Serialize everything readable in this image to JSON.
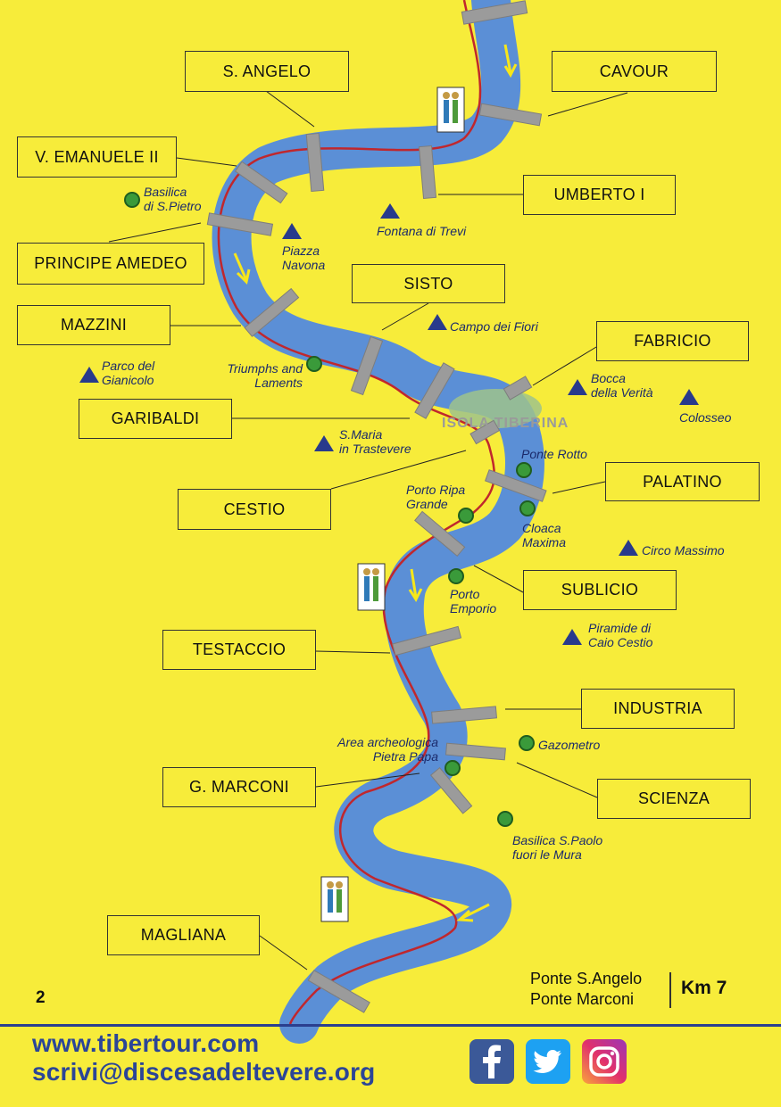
{
  "bridges": [
    {
      "id": "s-angelo",
      "label": "S. ANGELO"
    },
    {
      "id": "cavour",
      "label": "CAVOUR"
    },
    {
      "id": "v-emanuele",
      "label": "V. EMANUELE II"
    },
    {
      "id": "umberto",
      "label": "UMBERTO I"
    },
    {
      "id": "principe",
      "label": "PRINCIPE AMEDEO"
    },
    {
      "id": "sisto",
      "label": "SISTO"
    },
    {
      "id": "mazzini",
      "label": "MAZZINI"
    },
    {
      "id": "fabricio",
      "label": "FABRICIO"
    },
    {
      "id": "garibaldi",
      "label": "GARIBALDI"
    },
    {
      "id": "palatino",
      "label": "PALATINO"
    },
    {
      "id": "cestio",
      "label": "CESTIO"
    },
    {
      "id": "sublicio",
      "label": "SUBLICIO"
    },
    {
      "id": "testaccio",
      "label": "TESTACCIO"
    },
    {
      "id": "industria",
      "label": "INDUSTRIA"
    },
    {
      "id": "marconi",
      "label": "G. MARCONI"
    },
    {
      "id": "scienza",
      "label": "SCIENZA"
    },
    {
      "id": "magliana",
      "label": "MAGLIANA"
    }
  ],
  "landmarks": {
    "basilica_pietro": "Basilica\ndi S.Pietro",
    "fontana_trevi": "Fontana di Trevi",
    "piazza_navona": "Piazza\nNavona",
    "campo_fiori": "Campo dei Fiori",
    "parco_gianicolo": "Parco del\nGianicolo",
    "triumphs": "Triumphs and\nLaments",
    "bocca_verita": "Bocca\ndella Verità",
    "colosseo": "Colosseo",
    "santa_maria": "S.Maria\nin Trastevere",
    "ponte_rotto": "Ponte Rotto",
    "porto_ripa": "Porto Ripa\nGrande",
    "cloaca": "Cloaca\nMaxima",
    "circo_massimo": "Circo Massimo",
    "porto_emporio": "Porto\nEmporio",
    "piramide": "Piramide di\nCaio Cestio",
    "gazometro": "Gazometro",
    "pietra_papa": "Area archeologica\nPietra Papa",
    "basilica_paolo": "Basilica S.Paolo\nfuori le Mura"
  },
  "isola": "ISOLA TIBERINA",
  "page_number": "2",
  "route": {
    "from": "Ponte S.Angelo",
    "to": "Ponte Marconi",
    "distance": "Km 7"
  },
  "footer": {
    "website": "www.tibertour.com",
    "email": "scrivi@discesadeltevere.org"
  },
  "social": [
    "facebook-icon",
    "twitter-icon",
    "instagram-icon"
  ],
  "colors": {
    "background": "#f7ec3a",
    "river": "#5b8fd6",
    "route_line": "#c0272d",
    "footer_text": "#2b4597",
    "monument": "#283a8c",
    "site": "#3a9a3a"
  }
}
